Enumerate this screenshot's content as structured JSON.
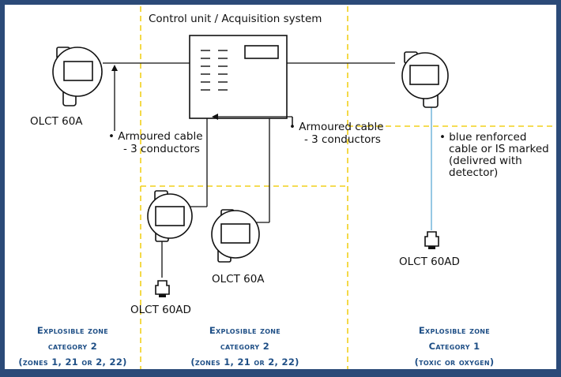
{
  "title": "Control unit / Acquisition system",
  "devices": {
    "left_top": "OLCT 60A",
    "center_bottom": "OLCT 60A",
    "left_sensor": "OLCT 60AD",
    "right_sensor": "OLCT 60AD"
  },
  "cables": {
    "left": {
      "line1": "• Armoured cable",
      "line2": "- 3 conductors"
    },
    "center": {
      "line1": "• Armoured cable",
      "line2": "- 3 conductors"
    },
    "blue": {
      "line1": "• blue renforced",
      "line2": "cable or IS marked",
      "line3": "(delivred with",
      "line4": "detector)"
    }
  },
  "zones": [
    {
      "line1": "Explosible zone",
      "line2": "category 2",
      "line3": "(zones 1, 21 or 2, 22)"
    },
    {
      "line1": "Explosible zone",
      "line2": "category 2",
      "line3": "(zones 1, 21 or 2, 22)"
    },
    {
      "line1": "Explosible zone",
      "line2": "Category 1",
      "line3": "(toxic or oxygen)"
    }
  ],
  "colors": {
    "panel": "#ffffff",
    "frame": "#2b4a78",
    "zone_line": "#f2d01b",
    "blue_cable": "#6ab0d8",
    "zone_text": "#1f4f86"
  }
}
